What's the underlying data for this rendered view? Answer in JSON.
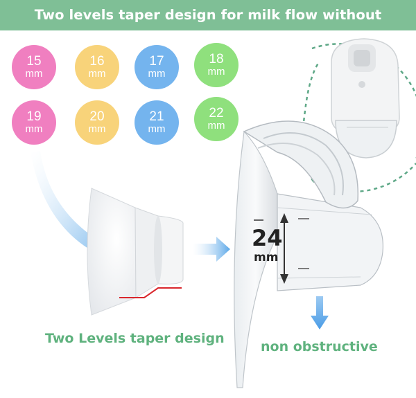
{
  "banner": {
    "title": "Two levels taper design for milk flow without blocking",
    "color": "#7fbf96"
  },
  "sizes": {
    "unit": "mm",
    "items": [
      {
        "value": "15",
        "color": "#f07fc0"
      },
      {
        "value": "16",
        "color": "#f8d37a"
      },
      {
        "value": "17",
        "color": "#74b4ee"
      },
      {
        "value": "18",
        "color": "#8fe07d"
      },
      {
        "value": "19",
        "color": "#f07fc0"
      },
      {
        "value": "20",
        "color": "#f8d37a"
      },
      {
        "value": "21",
        "color": "#74b4ee"
      },
      {
        "value": "22",
        "color": "#8fe07d"
      }
    ]
  },
  "measurement": {
    "value": "24",
    "unit": "mm"
  },
  "labels": {
    "taper": "Two Levels taper design",
    "flow": "non obstructive"
  },
  "colors": {
    "accent_green": "#5fb27e",
    "arrow_blue": "#5aa7e8",
    "taper_line": "#d9262c"
  }
}
